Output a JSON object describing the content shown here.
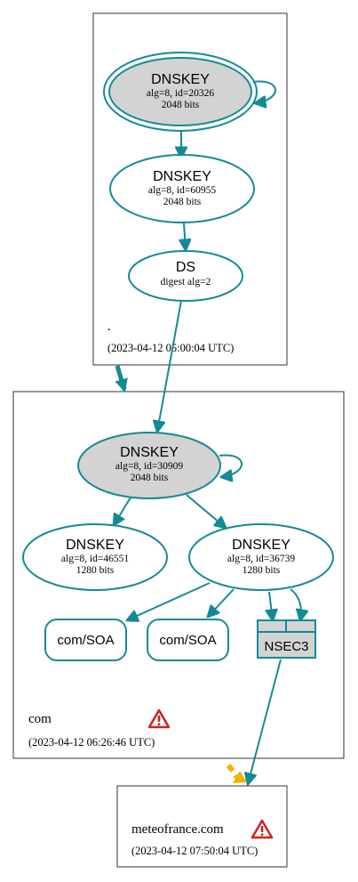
{
  "colors": {
    "edge": "#158a96",
    "key_fill_gray": "#d3d3d3",
    "key_fill_white": "#ffffff",
    "warning_red": "#cc2222",
    "delegation_arrow_yellow": "#f0b400"
  },
  "zones": {
    "root": {
      "name": ".",
      "timestamp": "(2023-04-12 05:00:04 UTC)"
    },
    "com": {
      "name": "com",
      "timestamp": "(2023-04-12 06:26:46 UTC)",
      "warning_icon": "warning-triangle-icon"
    },
    "meteofrance": {
      "name": "meteofrance.com",
      "timestamp": "(2023-04-12 07:50:04 UTC)",
      "warning_icon": "warning-triangle-icon"
    }
  },
  "nodes": {
    "root_ksk": {
      "title": "DNSKEY",
      "line1": "alg=8, id=20326",
      "line2": "2048 bits"
    },
    "root_zsk": {
      "title": "DNSKEY",
      "line1": "alg=8, id=60955",
      "line2": "2048 bits"
    },
    "root_ds": {
      "title": "DS",
      "line1": "digest alg=2"
    },
    "com_ksk": {
      "title": "DNSKEY",
      "line1": "alg=8, id=30909",
      "line2": "2048 bits"
    },
    "com_zsk1": {
      "title": "DNSKEY",
      "line1": "alg=8, id=46551",
      "line2": "1280 bits"
    },
    "com_zsk2": {
      "title": "DNSKEY",
      "line1": "alg=8, id=36739",
      "line2": "1280 bits"
    },
    "com_soa1": {
      "title": "com/SOA"
    },
    "com_soa2": {
      "title": "com/SOA"
    },
    "com_nsec3": {
      "title": "NSEC3"
    }
  }
}
